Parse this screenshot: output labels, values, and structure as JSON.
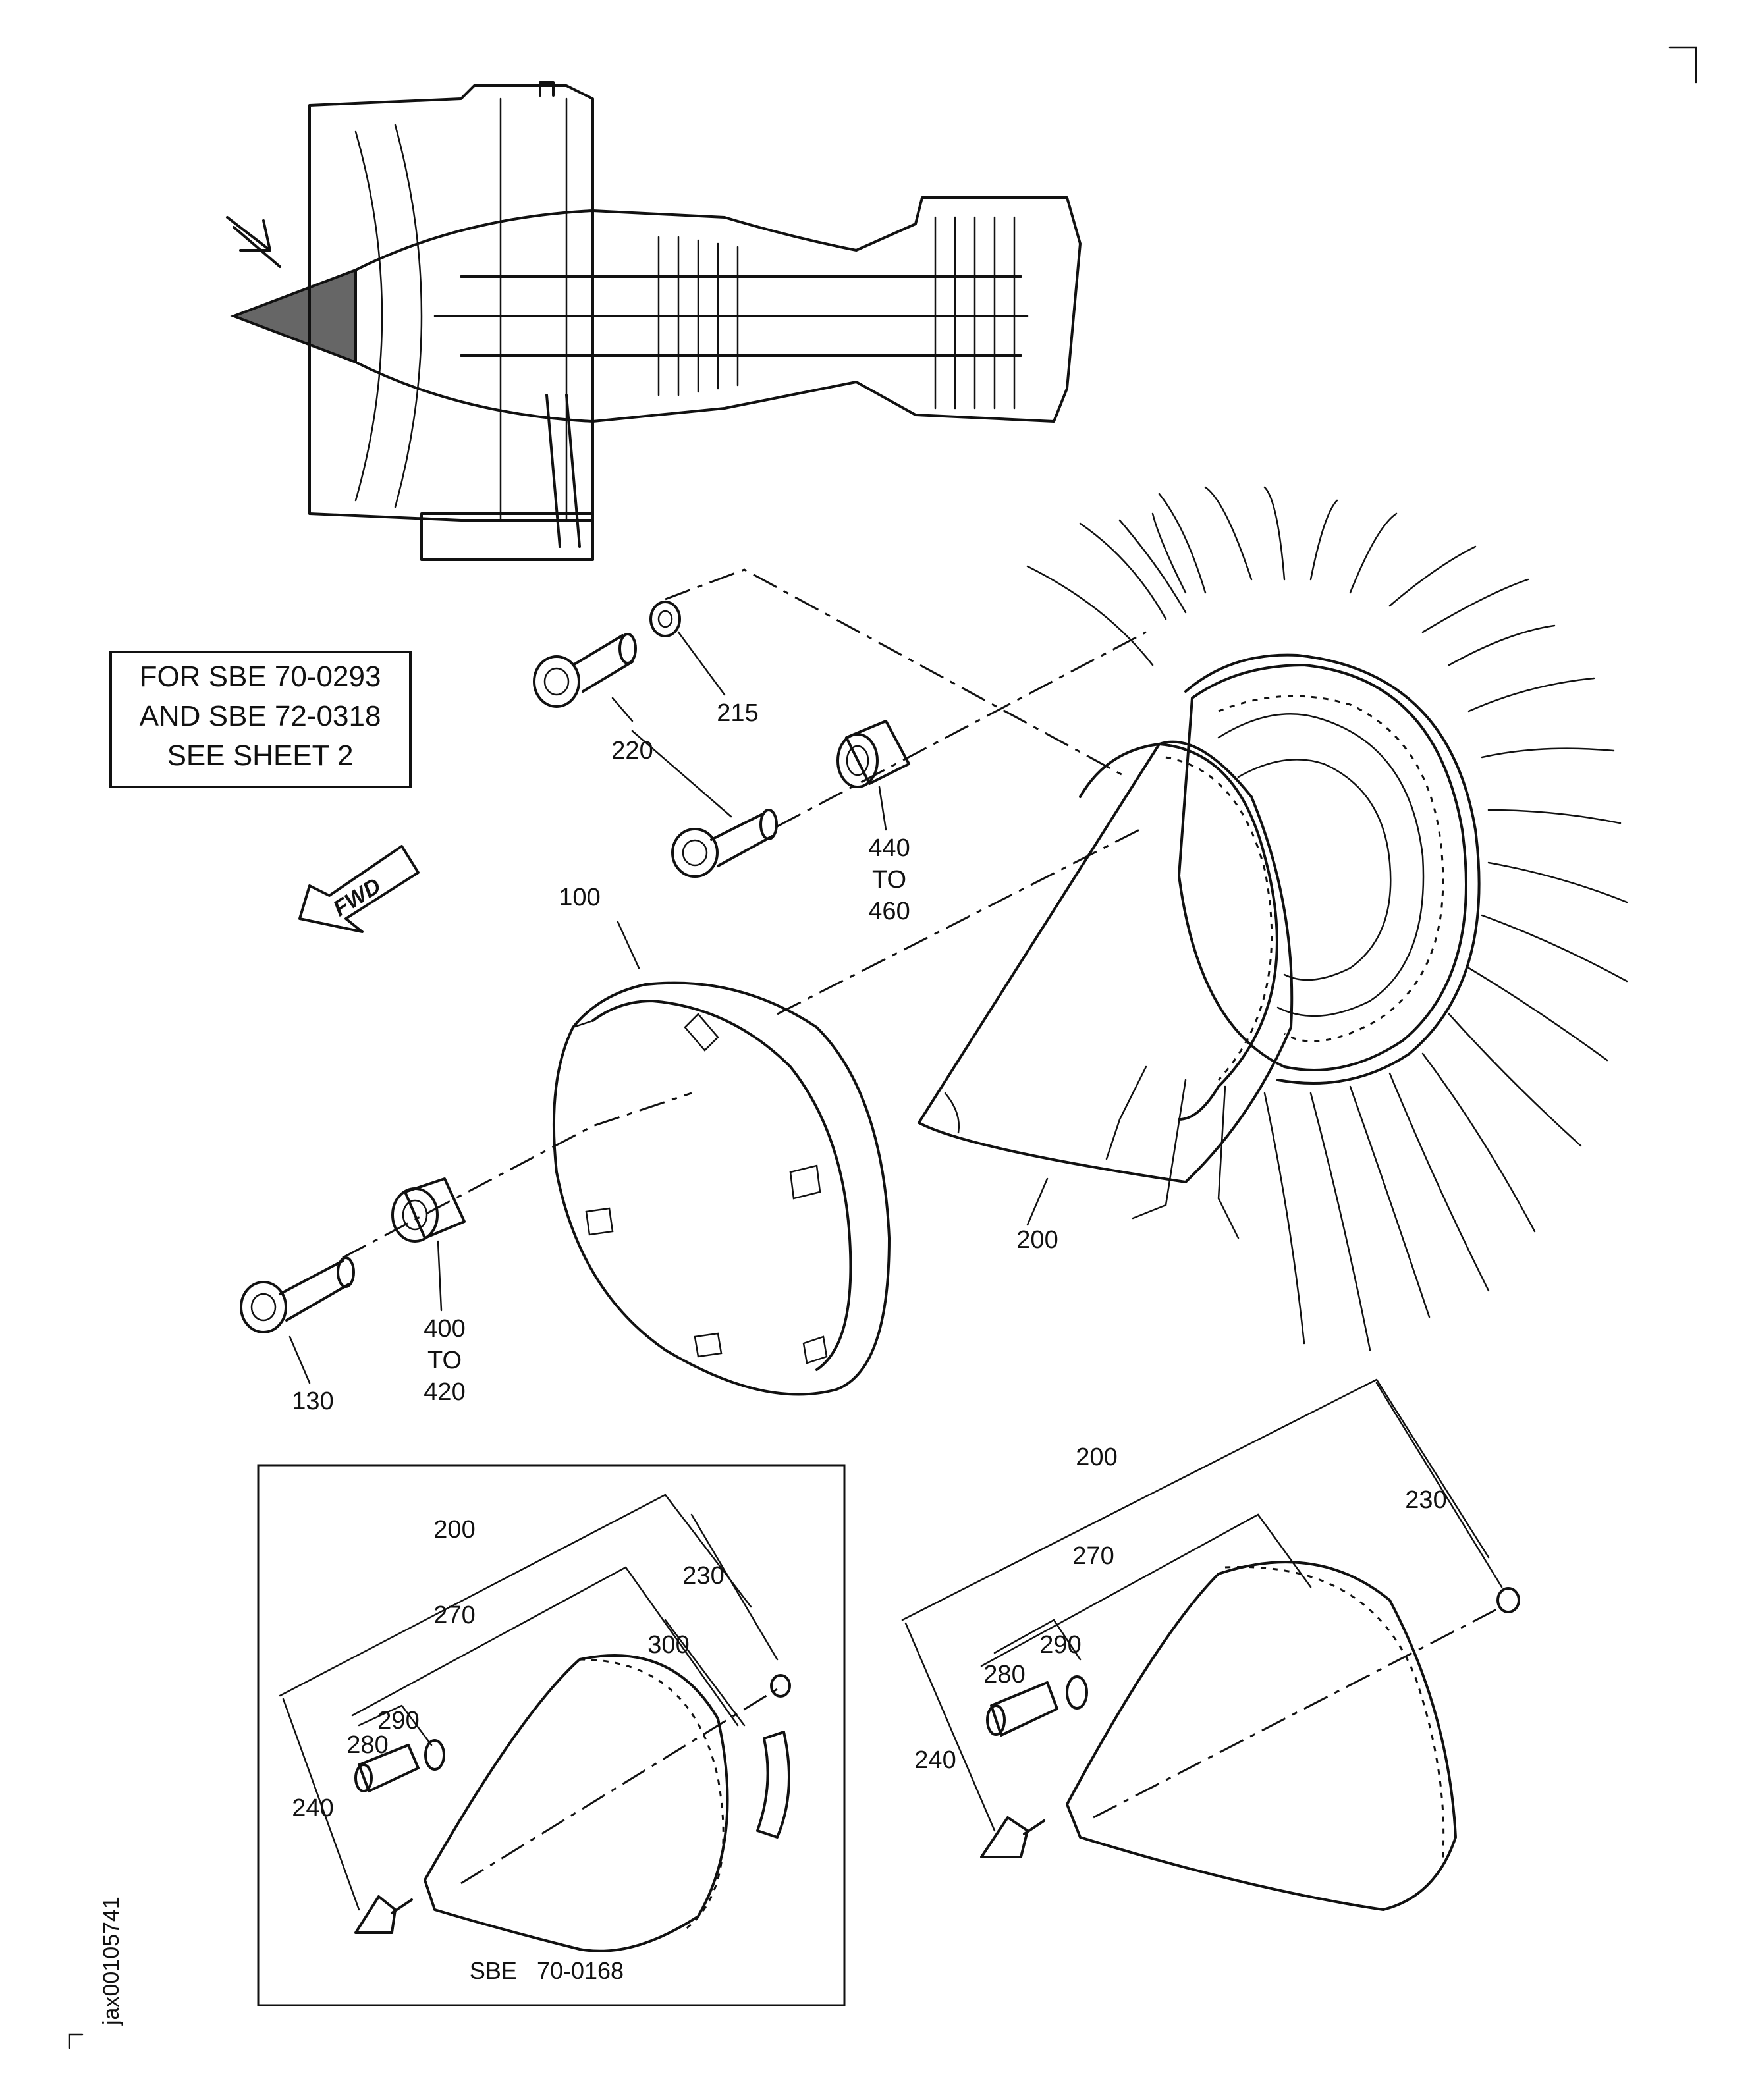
{
  "note_box": {
    "line1": "FOR SBE 70-0293",
    "line2": "AND SBE 72-0318",
    "line3": "SEE SHEET 2"
  },
  "fwd_arrow": {
    "label": "FWD"
  },
  "callouts": {
    "c215": "215",
    "c220": "220",
    "c440": "440",
    "c440_to": "TO",
    "c460": "460",
    "c100": "100",
    "c200_main": "200",
    "c130": "130",
    "c400": "400",
    "c400_to": "TO",
    "c420": "420"
  },
  "detail_left": {
    "c200": "200",
    "c230": "230",
    "c270": "270",
    "c300": "300",
    "c290": "290",
    "c280": "280",
    "c240": "240",
    "caption": "SBE   70-0168"
  },
  "detail_right": {
    "c200": "200",
    "c230": "230",
    "c270": "270",
    "c290": "290",
    "c280": "280",
    "c240": "240"
  },
  "figure_id": "jax00105741"
}
